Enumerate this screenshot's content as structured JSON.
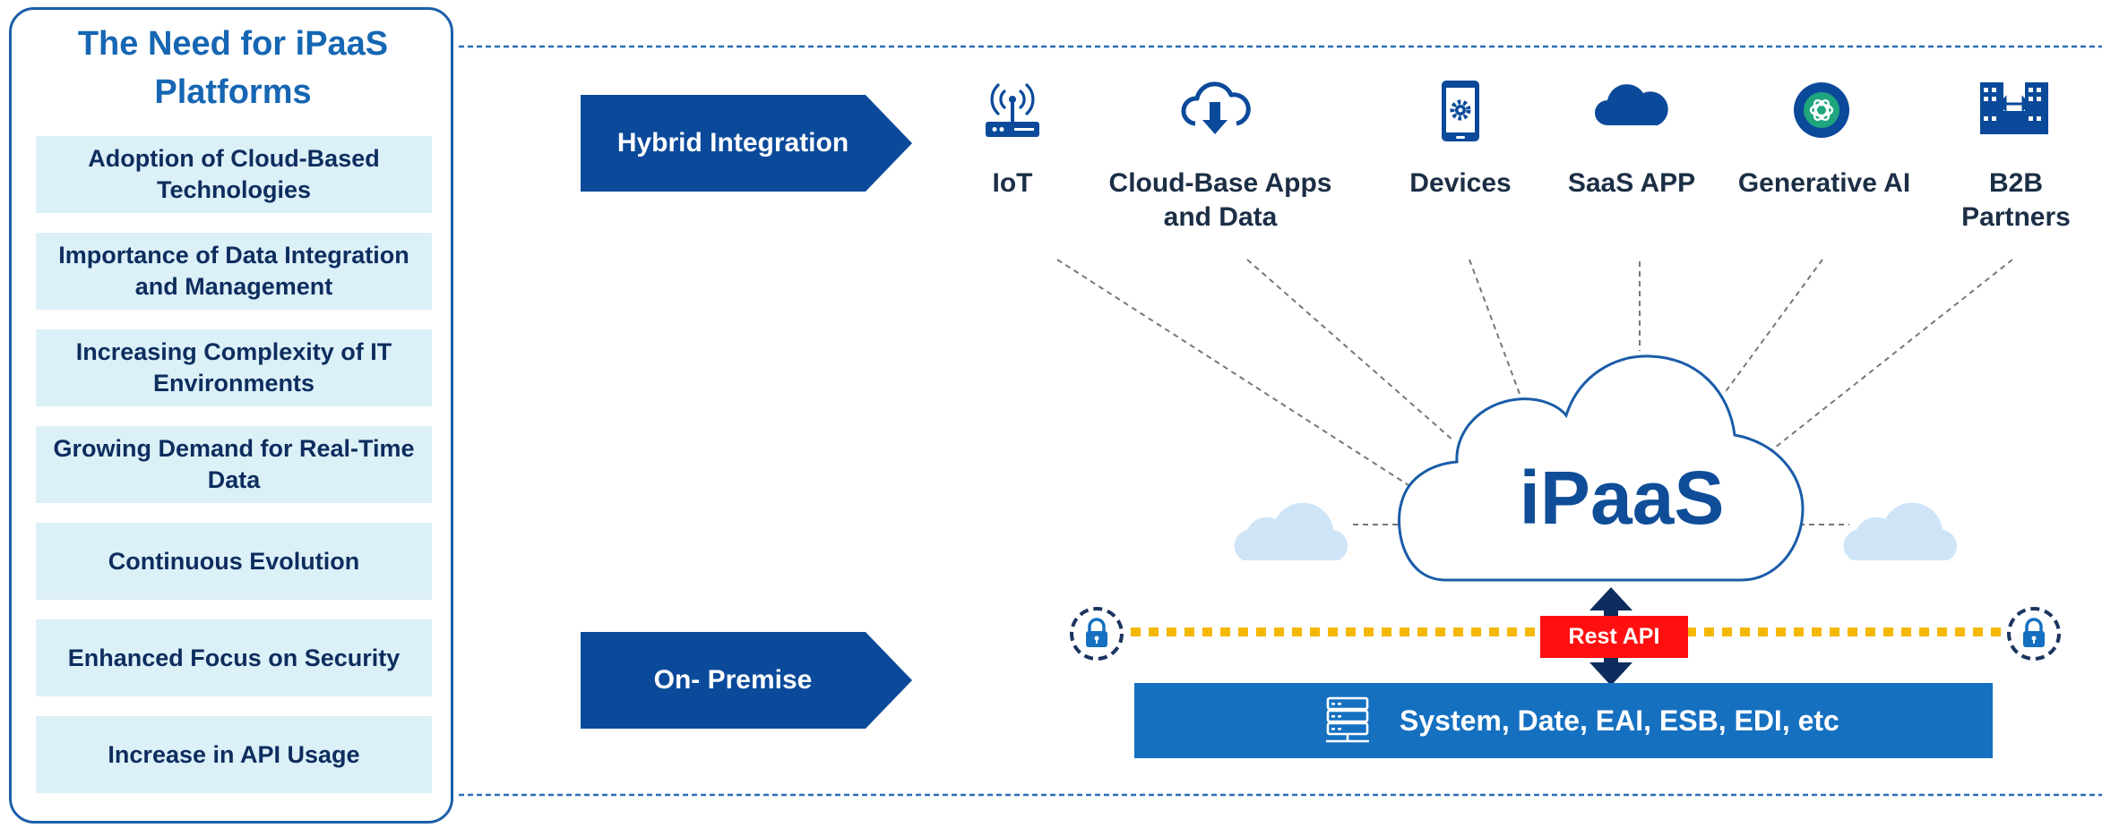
{
  "panel": {
    "title": "The Need for iPaaS Platforms",
    "items": [
      "Adoption of Cloud-Based Technologies",
      "Importance of Data Integration and Management",
      "Increasing Complexity of IT Environments",
      "Growing Demand for Real-Time Data",
      "Continuous Evolution",
      "Enhanced Focus on Security",
      "Increase in API Usage"
    ]
  },
  "arrows": {
    "hybrid": "Hybrid Integration",
    "onprem": "On- Premise"
  },
  "sources": [
    {
      "label": "IoT",
      "icon": "router-icon"
    },
    {
      "label": "Cloud-Base Apps and Data",
      "icon": "cloud-download-icon"
    },
    {
      "label": "Devices",
      "icon": "smartphone-gear-icon"
    },
    {
      "label": "SaaS APP",
      "icon": "cloud-icon"
    },
    {
      "label": "Generative AI",
      "icon": "ai-logo-icon"
    },
    {
      "label": "B2B Partners",
      "icon": "buildings-exchange-icon"
    }
  ],
  "center": {
    "cloud_label": "iPaaS",
    "rest_api": "Rest API"
  },
  "system": {
    "label": "System, Date, EAI, ESB, EDI, etc",
    "icon": "server-icon"
  },
  "colors": {
    "primary": "#0b4a9a",
    "panel_border": "#1c5ea8",
    "item_bg": "#dcf0f8",
    "system_bar": "#1570c0",
    "rest_api": "#ff0f0f",
    "secure_line": "#f5b800"
  }
}
